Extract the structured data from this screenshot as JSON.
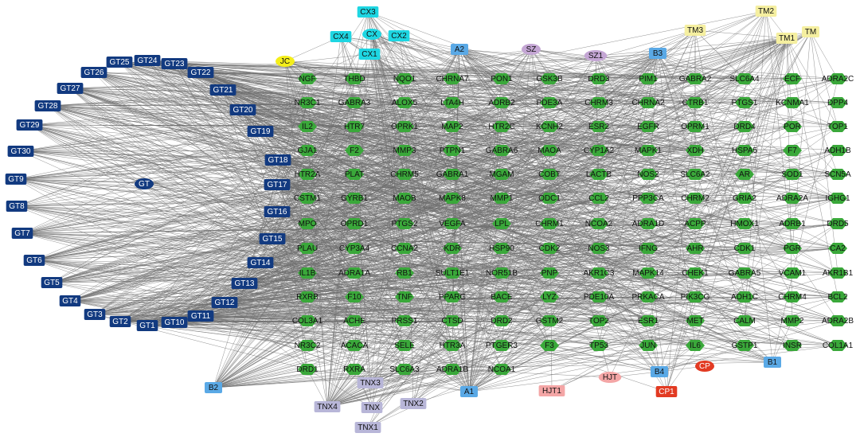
{
  "colors": {
    "edge": "#6e6e6e",
    "target": "#3aa83a",
    "GT": "#123a80",
    "CX": "#1ed6e2",
    "blue": "#5aa9e6",
    "TM": "#f5efa0",
    "SZ": "#c4a6d4",
    "HJT": "#f4a6a6",
    "CP": "#e23a22",
    "TNX": "#b8b6d8",
    "JC": "#f4ee1a"
  },
  "herb_nodes": {
    "GT": [
      "GT",
      "GT1",
      "GT2",
      "GT3",
      "GT4",
      "GT5",
      "GT6",
      "GT7",
      "GT8",
      "GT9",
      "GT10",
      "GT11",
      "GT12",
      "GT13",
      "GT14",
      "GT15",
      "GT16",
      "GT17",
      "GT18",
      "GT19",
      "GT20",
      "GT21",
      "GT22",
      "GT23",
      "GT24",
      "GT25",
      "GT26",
      "GT27",
      "GT28",
      "GT29",
      "GT30"
    ],
    "CX": [
      "CX",
      "CX1",
      "CX2",
      "CX3",
      "CX4"
    ],
    "A": [
      "A1",
      "A2"
    ],
    "B": [
      "B1",
      "B2",
      "B3",
      "B4"
    ],
    "TM": [
      "TM",
      "TM1",
      "TM2",
      "TM3"
    ],
    "SZ": [
      "SZ",
      "SZ1"
    ],
    "HJT": [
      "HJT",
      "HJT1"
    ],
    "CP": [
      "CP",
      "CP1"
    ],
    "TNX": [
      "TNX",
      "TNX1",
      "TNX2",
      "TNX3",
      "TNX4"
    ],
    "JC": [
      "JC"
    ]
  },
  "target_rows": [
    [
      "NGF",
      "THBD",
      "NQO1",
      "CHRNA7",
      "PON1",
      "GSK3B",
      "DRD3",
      "PIM1",
      "GABRA2",
      "SLC6A4",
      "ECF",
      "ADRA2C"
    ],
    [
      "NR3C1",
      "GABRA3",
      "ALOX5",
      "LTA4H",
      "ADRB2",
      "PDE3A",
      "CHRM3",
      "CHRNA2",
      "CTRB1",
      "PTGS1",
      "KCNMA1",
      "DPP4"
    ],
    [
      "IL2",
      "HTR7",
      "OPRK1",
      "MAP2",
      "HTR2C",
      "KCNH2",
      "ESR2",
      "EGFR",
      "OPRM1",
      "DRD4",
      "POR",
      "TOP1"
    ],
    [
      "GJA1",
      "F2",
      "MMP3",
      "PTPN1",
      "GABRA6",
      "MAOA",
      "CYP1A2",
      "MAPK1",
      "XDH",
      "HSPA5",
      "F7",
      "ADH1B"
    ],
    [
      "HTR2A",
      "PLAT",
      "CHRM5",
      "GABRA1",
      "MGAM",
      "COBT",
      "LACTB",
      "NOS2",
      "SLC6A2",
      "AR",
      "SOD1",
      "SCN5A"
    ],
    [
      "CSTM1",
      "GYRB1",
      "MAOB",
      "MAPK8",
      "MMP1",
      "ODC1",
      "CCL2",
      "PPP3CA",
      "CHRM2",
      "GRIA2",
      "ADRA2A",
      "IGHG1"
    ],
    [
      "MPO",
      "OPRD1",
      "PTGS2",
      "VEGFA",
      "LPL",
      "CHRM1",
      "NCOA2",
      "ADRA1D",
      "ACPP",
      "HMOX1",
      "ADRB1",
      "DRD5"
    ],
    [
      "PLAU",
      "CYP3A4",
      "CCNA2",
      "KDR",
      "HSP90",
      "CDK2",
      "NOS3",
      "IFNG",
      "AHR",
      "CDK1",
      "PGR",
      "CA2"
    ],
    [
      "IL1B",
      "ADRA1A",
      "RB1",
      "SULT1E1",
      "NOR51B",
      "PNP",
      "AKR1C3",
      "MAPK14",
      "CHEK1",
      "GABRA5",
      "VCAM1",
      "AKR1B1"
    ],
    [
      "RXRB",
      "F10",
      "TNF",
      "PPARG",
      "BACE",
      "LYZ",
      "PDE10A",
      "PRKACA",
      "PIK3CG",
      "ADH1C",
      "CHRM4",
      "BCL2"
    ],
    [
      "COL3A1",
      "ACHE",
      "PRSS1",
      "CTSD",
      "DRD2",
      "GSTM2",
      "TOP2",
      "ESR1",
      "MET",
      "CALM",
      "MMP2",
      "ADRA2B"
    ],
    [
      "NR3C2",
      "ACACA",
      "SELE",
      "HTR3A",
      "PTGER3",
      "F3",
      "TP53",
      "JUN",
      "IL6",
      "GSTP1",
      "INSR",
      "COL1A1"
    ],
    [
      "DRD1",
      "RXRA",
      "SLC6A3",
      "ADRA1B",
      "NCOA1"
    ]
  ]
}
